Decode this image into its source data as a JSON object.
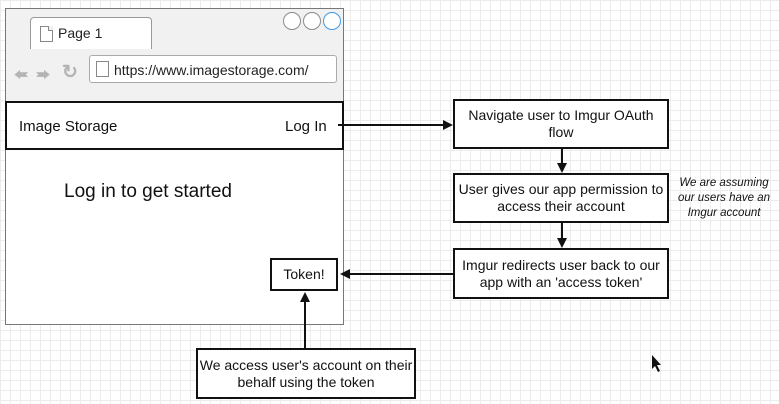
{
  "browser": {
    "tab_label": "Page 1",
    "url": "https://www.imagestorage.com/",
    "app_title": "Image Storage",
    "login_label": "Log In",
    "headline": "Log in to get started",
    "token_label": "Token!"
  },
  "flow": {
    "step1": "Navigate user to Imgur OAuth flow",
    "step2": "User gives our app permission to access their account",
    "step3": "Imgur redirects user back to our app with an 'access token'",
    "step4": "We access user's account on their behalf using the token",
    "note": "We are assuming our users have an Imgur account"
  },
  "icons": [
    "back-arrow-icon",
    "forward-arrow-icon",
    "refresh-icon",
    "document-icon",
    "mouse-cursor-icon"
  ]
}
